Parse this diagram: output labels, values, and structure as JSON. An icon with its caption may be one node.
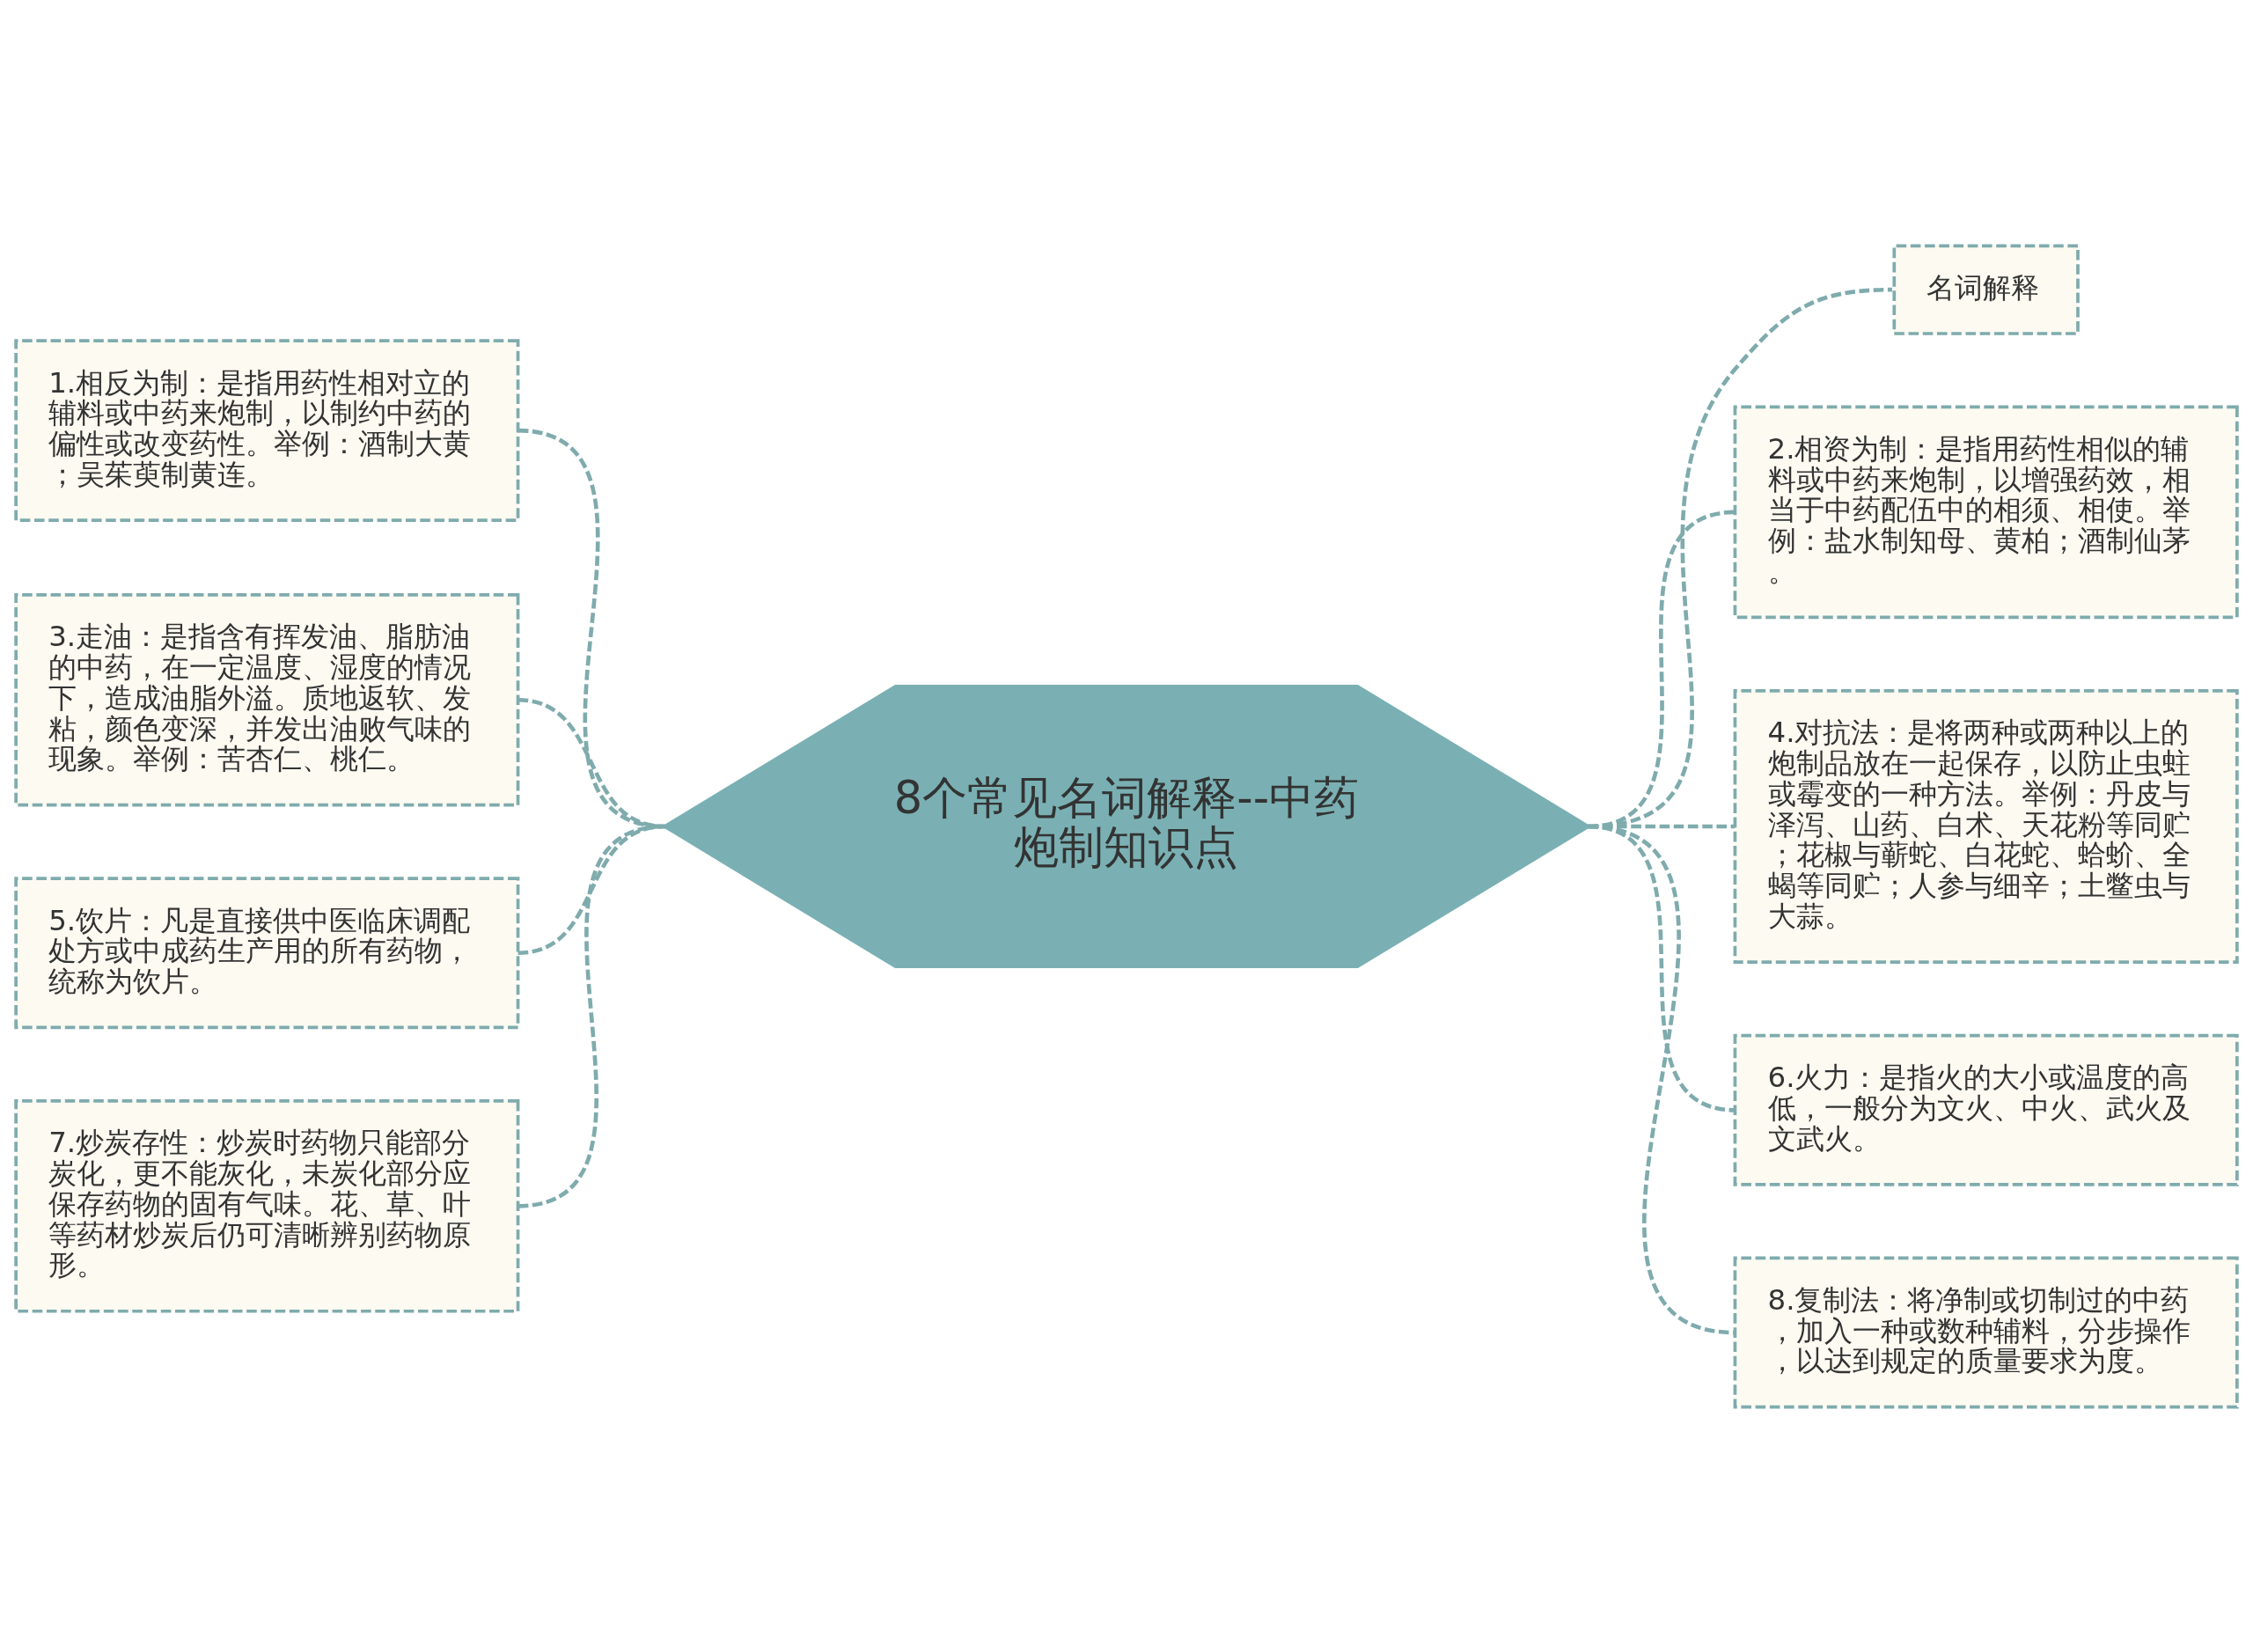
{
  "diagram": {
    "nodes": [
      {
        "text": [
          "8个常见名词解释--中药炮制知识点"
        ]
      },
      {
        "text": [
          "名词解释"
        ]
      },
      {
        "text": [
          "1.相反为制：是指用药性相对立的辅料或中药来炮制，以制约中药的偏性或改变药性。举例：酒制大黄；吴茱萸制黄连。"
        ]
      },
      {
        "text": [
          "2.相资为制：是指用药性相似的辅料或中药来炮制，以增强药效，相当于中药配伍中的相须、相使。举例：盐水制知母、黄柏；酒制仙茅。"
        ]
      },
      {
        "text": [
          "3.走油：是指含有挥发油、脂肪油的中药，在一定温度、湿度的情况下，造成油脂外溢。质地返软、发粘，颜色变深，并发出油败气味的现象。举例：苦杏仁、桃仁。"
        ]
      },
      {
        "text": [
          "4.对抗法：是将两种或两种以上的炮制品放在一起保存，以防止虫蛀或霉变的一种方法。举例：丹皮与泽泻、山药、白术、天花粉等同贮；花椒与蕲蛇、白花蛇、蛤蚧、全蝎等同贮；人参与细辛；土鳖虫与大蒜。"
        ]
      },
      {
        "text": [
          "5.饮片：凡是直接供中医临床调配处方或中成药生产用的所有药物，统称为饮片。"
        ]
      },
      {
        "text": [
          "6.火力：是指火的大小或温度的高低，一般分为文火、中火、武火及文武火。"
        ]
      },
      {
        "text": [
          "7.炒炭存性：炒炭时药物只能部分炭化，更不能灰化，未炭化部分应保存药物的固有气味。花、草、叶等药材炒炭后仍可清晰辨别药物原形。"
        ]
      },
      {
        "text": [
          "8.复制法：将净制或切制过的中药，加入一种或数种辅料，分步操作，以达到规定的质量要求为度。"
        ]
      }
    ],
    "edges": [
      {
        "from": 0,
        "to": 1,
        "arrow": "none",
        "style": "dashed"
      },
      {
        "from": 2,
        "to": 0,
        "arrow": "none",
        "style": "dashed"
      },
      {
        "from": 0,
        "to": 3,
        "arrow": "none",
        "style": "dashed"
      },
      {
        "from": 4,
        "to": 0,
        "arrow": "none",
        "style": "dashed"
      },
      {
        "from": 0,
        "to": 5,
        "arrow": "none",
        "style": "dashed"
      },
      {
        "from": 6,
        "to": 0,
        "arrow": "none",
        "style": "dashed"
      },
      {
        "from": 0,
        "to": 7,
        "arrow": "none",
        "style": "dashed"
      },
      {
        "from": 8,
        "to": 0,
        "arrow": "none",
        "style": "dashed"
      },
      {
        "from": 0,
        "to": 9,
        "arrow": "none",
        "style": "dashed"
      }
    ]
  }
}
